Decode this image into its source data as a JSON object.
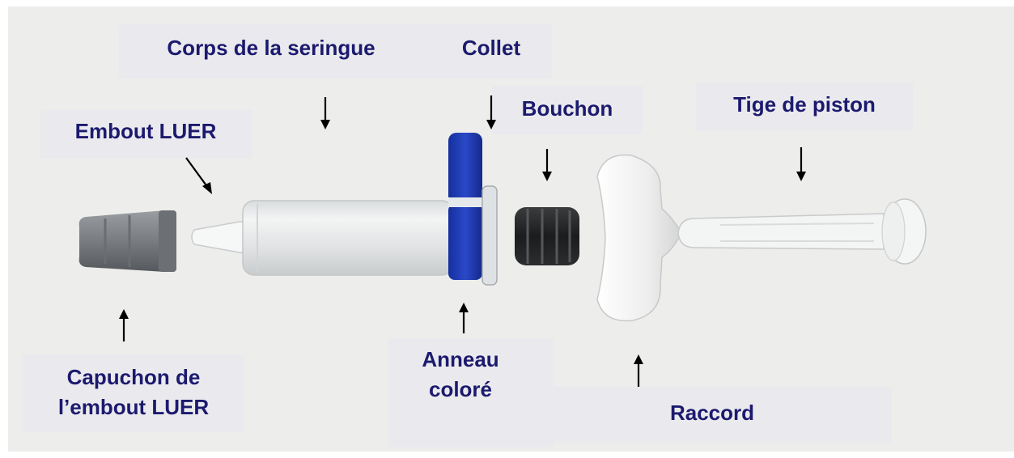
{
  "labels": {
    "corps": "Corps de la seringue",
    "collet": "Collet",
    "embout": "Embout LUER",
    "bouchon": "Bouchon",
    "tige": "Tige de piston",
    "capuchon_line1": "Capuchon de",
    "capuchon_line2": "l’embout LUER",
    "anneau_line1": "Anneau",
    "anneau_line2": "coloré",
    "raccord": "Raccord"
  },
  "colors": {
    "label_text": "#1c1a6e",
    "ring_blue": "#1f39b3",
    "cap_gray": "#7f8286",
    "stopper_black": "#242628",
    "adapter_white": "#f4f4f4",
    "photo_background": "#ededeb"
  }
}
